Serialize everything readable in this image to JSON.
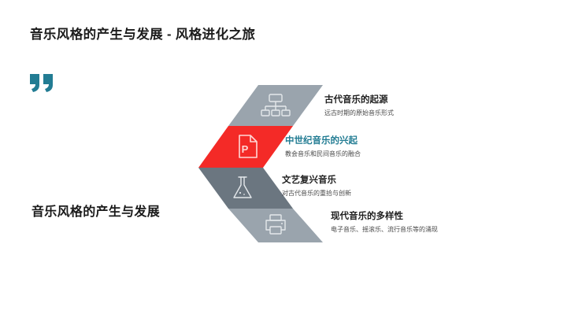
{
  "slide": {
    "title": "音乐风格的产生与发展 - 风格进化之旅",
    "left_heading": "音乐风格的产生与发展",
    "quote_glyph": "“"
  },
  "colors": {
    "accent_teal": "#227c93",
    "highlight_red": "#f42a27",
    "band_light": "#9aa4ad",
    "band_dark": "#6b7680",
    "title_text": "#1c1c1c",
    "sub_text": "#4a4a4a"
  },
  "steps": [
    {
      "title": "古代音乐的起源",
      "subtitle": "远古时期的原始音乐形式",
      "icon": "org-chart-icon",
      "band_color": "#9aa4ad",
      "highlighted": false
    },
    {
      "title": "中世纪音乐的兴起",
      "subtitle": "教会音乐和民间音乐的融合",
      "icon": "presentation-file-icon",
      "band_color": "#f42a27",
      "highlighted": true
    },
    {
      "title": "文艺复兴音乐",
      "subtitle": "对古代音乐的重拾与创新",
      "icon": "flask-icon",
      "band_color": "#6b7680",
      "highlighted": false
    },
    {
      "title": "现代音乐的多样性",
      "subtitle": "电子音乐、摇滚乐、流行音乐等的涌现",
      "icon": "printer-icon",
      "band_color": "#9aa4ad",
      "highlighted": false
    }
  ]
}
